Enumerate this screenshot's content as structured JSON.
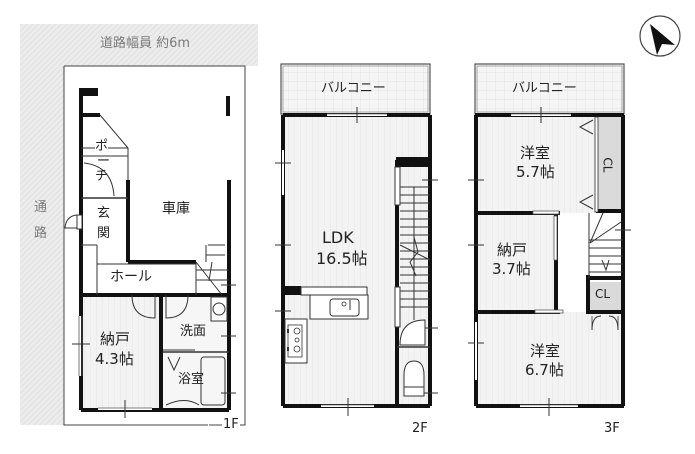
{
  "compass": {
    "icon": "north-arrow-icon",
    "direction": "north-west"
  },
  "road": {
    "top_label": "道路幅員 約6m",
    "side_label_1": "通",
    "side_label_2": "路"
  },
  "floors": {
    "f1": {
      "label": "1F",
      "rooms": {
        "porch": [
          "ポ",
          "ー",
          "チ"
        ],
        "entrance": [
          "玄",
          "関"
        ],
        "garage": "車庫",
        "hall": "ホール",
        "storage": {
          "name": "納戸",
          "size": "4.3帖"
        },
        "washroom": "洗面",
        "bathroom": "浴室"
      }
    },
    "f2": {
      "label": "2F",
      "rooms": {
        "balcony": "バルコニー",
        "ldk": {
          "name": "LDK",
          "size": "16.5帖"
        }
      }
    },
    "f3": {
      "label": "3F",
      "rooms": {
        "balcony": "バルコニー",
        "western_room_1": {
          "name": "洋室",
          "size": "5.7帖"
        },
        "closet_1": "CL",
        "storage": {
          "name": "納戸",
          "size": "3.7帖"
        },
        "closet_2": "CL",
        "western_room_2": {
          "name": "洋室",
          "size": "6.7帖"
        }
      }
    }
  },
  "colors": {
    "wall": "#111111",
    "floor_fill": "#f2f2f2",
    "road_fill": "#e6e6e6",
    "closet_fill": "#d9d9d9",
    "line": "#333333"
  }
}
